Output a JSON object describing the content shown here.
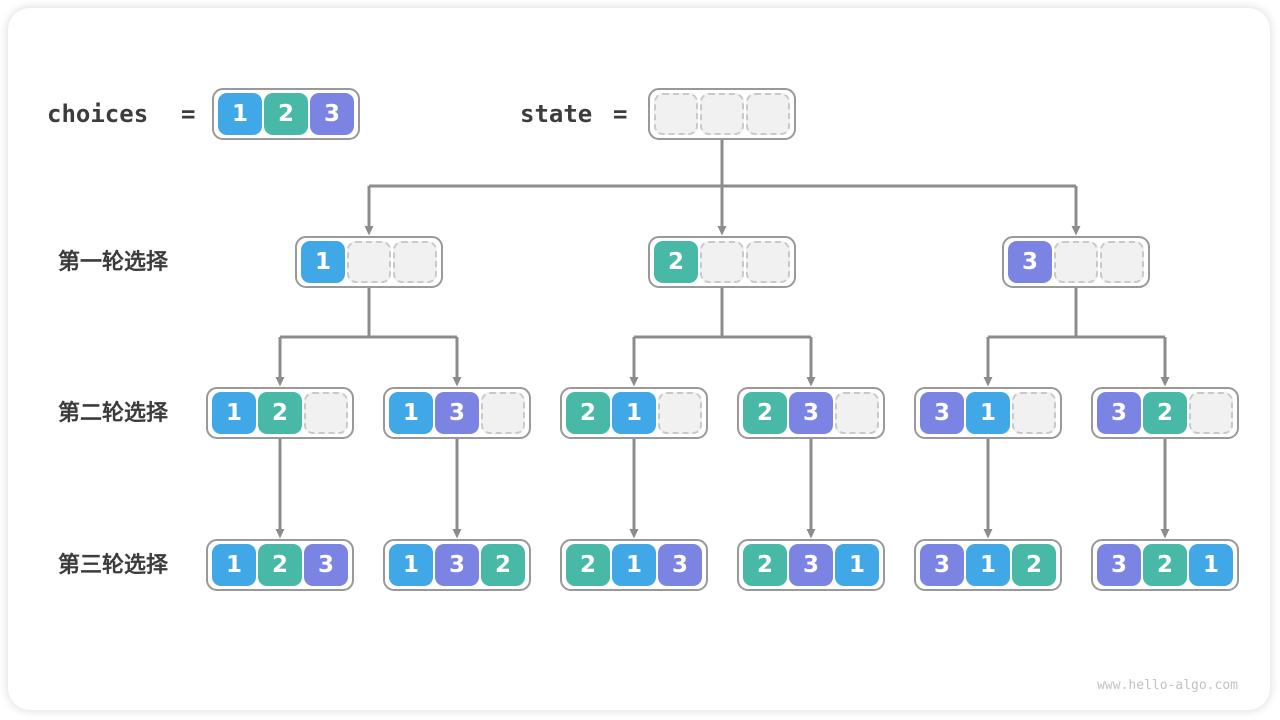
{
  "colors": {
    "cell": {
      "1": "#41A8E8",
      "2": "#49B9A7",
      "3": "#7B84E3"
    },
    "empty_bg": "#F1F1F1",
    "empty_border": "#C9C9C9",
    "node_border": "#999999",
    "connector": "#8C8C8C",
    "label_text": "#3C3C3C",
    "watermark": "#C2C2C2"
  },
  "header": {
    "choices": {
      "label": "choices",
      "equals": "=",
      "values": [
        "1",
        "2",
        "3"
      ]
    },
    "state": {
      "label": "state",
      "equals": "=",
      "values": [
        null,
        null,
        null
      ]
    }
  },
  "rows": [
    {
      "label": "第一轮选择",
      "nodes": [
        [
          "1",
          null,
          null
        ],
        [
          "2",
          null,
          null
        ],
        [
          "3",
          null,
          null
        ]
      ]
    },
    {
      "label": "第二轮选择",
      "nodes": [
        [
          "1",
          "2",
          null
        ],
        [
          "1",
          "3",
          null
        ],
        [
          "2",
          "1",
          null
        ],
        [
          "2",
          "3",
          null
        ],
        [
          "3",
          "1",
          null
        ],
        [
          "3",
          "2",
          null
        ]
      ]
    },
    {
      "label": "第三轮选择",
      "nodes": [
        [
          "1",
          "2",
          "3"
        ],
        [
          "1",
          "3",
          "2"
        ],
        [
          "2",
          "1",
          "3"
        ],
        [
          "2",
          "3",
          "1"
        ],
        [
          "3",
          "1",
          "2"
        ],
        [
          "3",
          "2",
          "1"
        ]
      ]
    }
  ],
  "watermark": "www.hello-algo.com"
}
